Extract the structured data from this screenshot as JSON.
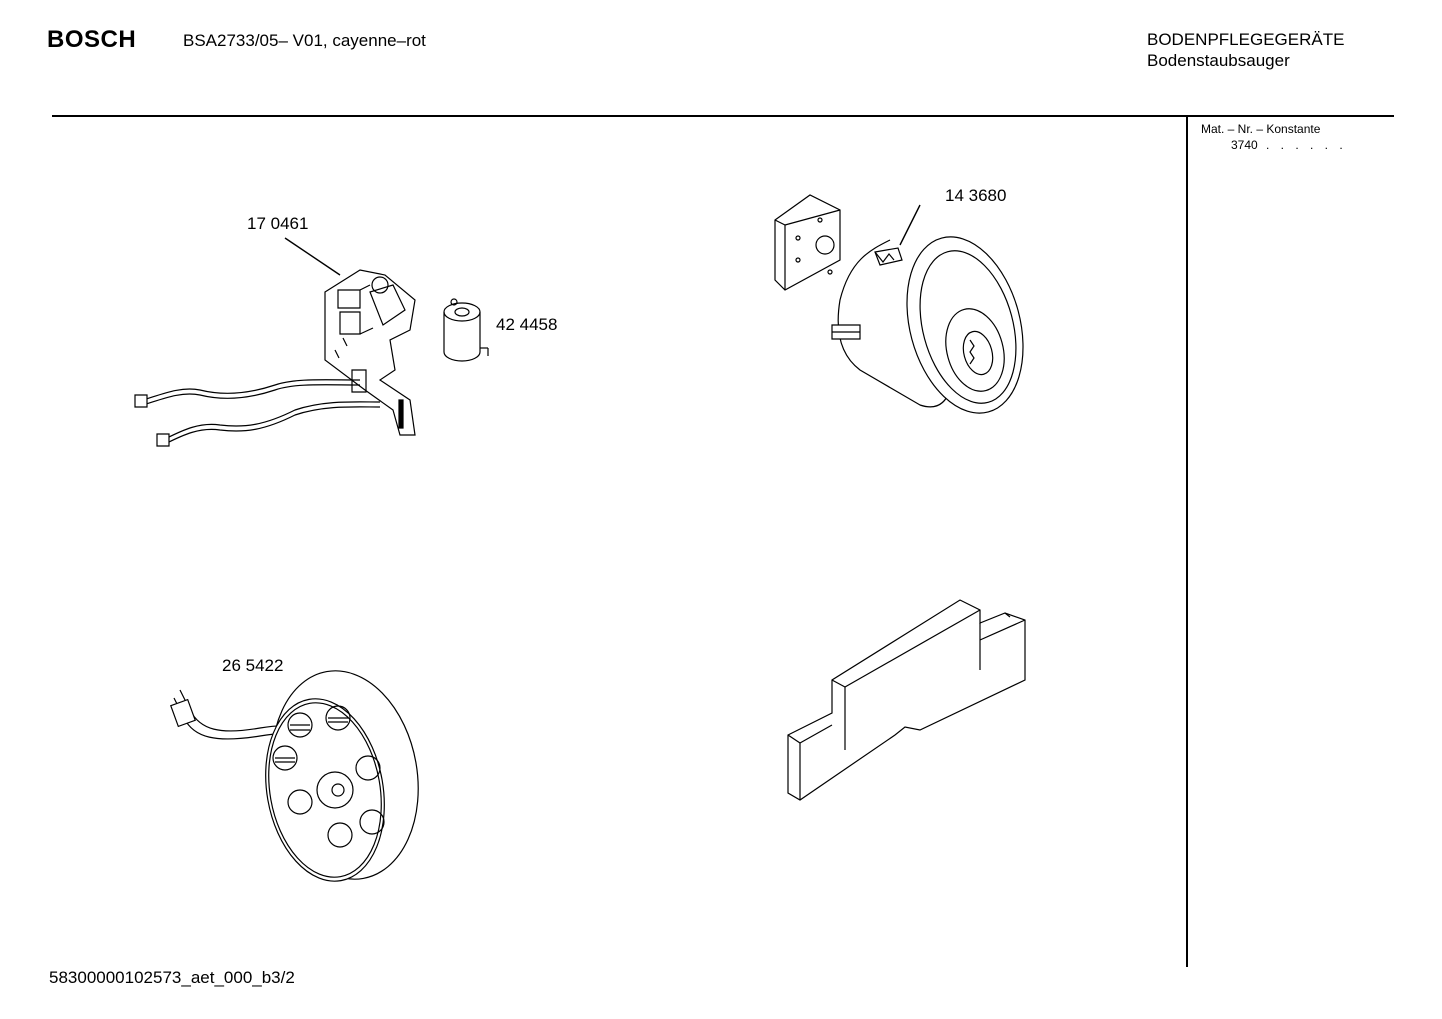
{
  "header": {
    "brand": "BOSCH",
    "model": "BSA2733/05– V01, cayenne–rot",
    "category": "BODENPFLEGEGERÄTE",
    "subcategory": "Bodenstaubsauger"
  },
  "sidebar": {
    "mat_title": "Mat. – Nr. – Konstante",
    "mat_value": "3740",
    "mat_dots": ". . . . . ."
  },
  "parts": [
    {
      "number": "17 0461",
      "item": "switch-assembly"
    },
    {
      "number": "42 4458",
      "item": "suppressor-capacitor"
    },
    {
      "number": "14 3680",
      "item": "motor"
    },
    {
      "number": "26 5422",
      "item": "cable-reel"
    }
  ],
  "footer": {
    "doc_id": "58300000102573_aet_000_b3/2"
  }
}
